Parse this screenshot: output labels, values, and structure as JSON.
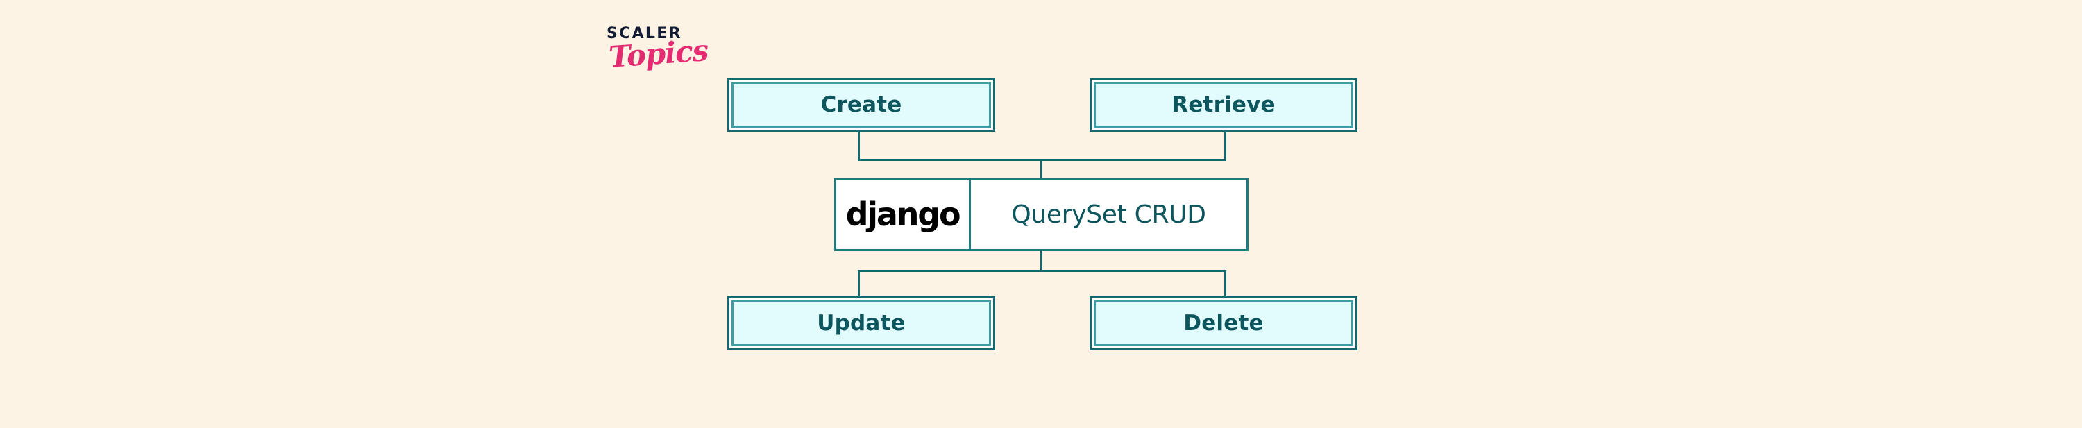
{
  "background_color": "#FDF3E5",
  "accent_colors": {
    "teal_dark": "#15696E",
    "teal_mid": "#3D9CA4",
    "teal_text": "#0D565E",
    "box_fill": "#E2FBFD",
    "logo_navy": "#131C35",
    "logo_pink": "#E52C72",
    "django_black": "#000000"
  },
  "logo": {
    "line1": "SCALER",
    "line2": "Topics"
  },
  "diagram": {
    "center": {
      "brand": "django",
      "title": "QuerySet CRUD"
    },
    "nodes": [
      {
        "id": "create",
        "label": "Create"
      },
      {
        "id": "retrieve",
        "label": "Retrieve"
      },
      {
        "id": "update",
        "label": "Update"
      },
      {
        "id": "delete",
        "label": "Delete"
      }
    ]
  }
}
